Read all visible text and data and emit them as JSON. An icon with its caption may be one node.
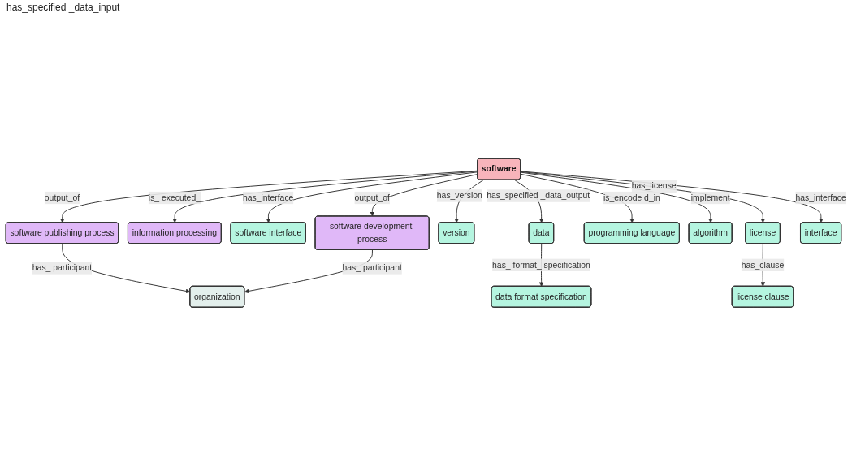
{
  "diagram": {
    "nodes": [
      {
        "text": [
          "software publishing process"
        ]
      },
      {
        "text": [
          "information processing"
        ]
      },
      {
        "text": [
          "software interface"
        ]
      },
      {
        "text": [
          "data"
        ]
      },
      {
        "text": [
          "data format specification"
        ]
      },
      {
        "text": [
          "organization"
        ]
      },
      {
        "text": [
          "software"
        ]
      },
      {
        "text": [
          "version"
        ]
      },
      {
        "text": [
          "software development process"
        ]
      },
      {
        "text": [
          "programming language"
        ]
      },
      {
        "text": [
          "algorithm"
        ]
      },
      {
        "text": [
          "license"
        ]
      },
      {
        "text": [
          "interface"
        ]
      },
      {
        "text": [
          "license clause"
        ]
      }
    ],
    "edges": [
      {
        "from": 0,
        "to": 5,
        "arrow": "to",
        "label": "has_ participant"
      },
      {
        "from": 6,
        "to": 0,
        "arrow": "to",
        "label": "output_of"
      },
      {
        "from": 6,
        "to": 1,
        "arrow": "to",
        "label": "is_ executed_"
      },
      {
        "from": 6,
        "to": 2,
        "arrow": "to",
        "label": "has_interface"
      },
      {
        "from": 6,
        "to": 3,
        "arrow": "to",
        "label": "has_specified _data_output"
      },
      {
        "from": 3,
        "to": 4,
        "arrow": "to",
        "label": "has_ format_ specification"
      },
      {
        "from": 6,
        "to": 7,
        "arrow": "to",
        "label": "has_version"
      },
      {
        "from": 8,
        "to": 5,
        "arrow": "to",
        "label": "has_ participant"
      },
      {
        "from": 6,
        "to": 8,
        "arrow": "to",
        "label": "output_of"
      },
      {
        "from": 6,
        "to": 9,
        "arrow": "to",
        "label": "is_encode d_in"
      },
      {
        "from": 6,
        "to": 10,
        "arrow": "to",
        "label": "implement"
      },
      {
        "from": 6,
        "to": 11,
        "arrow": "to",
        "label": "has_license"
      },
      {
        "from": 6,
        "to": 12,
        "arrow": "to",
        "label": "has_interface"
      },
      {
        "from": 11,
        "to": 13,
        "arrow": "to",
        "label": "has_clause"
      }
    ],
    "labels": [
      "has_specified _data_input"
    ]
  }
}
